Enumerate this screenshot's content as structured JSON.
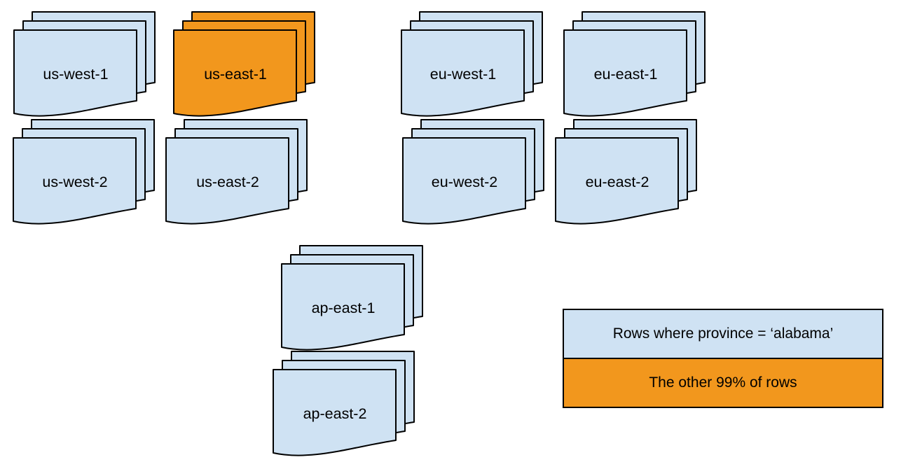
{
  "colors": {
    "region_fill": "#cfe2f3",
    "highlight_fill": "#f2971d",
    "stroke": "#000000",
    "text": "#000000"
  },
  "stacks": [
    {
      "label": "us-west-1",
      "highlight": false
    },
    {
      "label": "us-east-1",
      "highlight": true
    },
    {
      "label": "eu-west-1",
      "highlight": false
    },
    {
      "label": "eu-east-1",
      "highlight": false
    },
    {
      "label": "us-west-2",
      "highlight": false
    },
    {
      "label": "us-east-2",
      "highlight": false
    },
    {
      "label": "eu-west-2",
      "highlight": false
    },
    {
      "label": "eu-east-2",
      "highlight": false
    },
    {
      "label": "ap-east-1",
      "highlight": false
    },
    {
      "label": "ap-east-2",
      "highlight": false
    }
  ],
  "legend": {
    "items": [
      {
        "label": "Rows where province = ‘alabama’",
        "highlight": false
      },
      {
        "label": "The other 99% of rows",
        "highlight": true
      }
    ]
  }
}
